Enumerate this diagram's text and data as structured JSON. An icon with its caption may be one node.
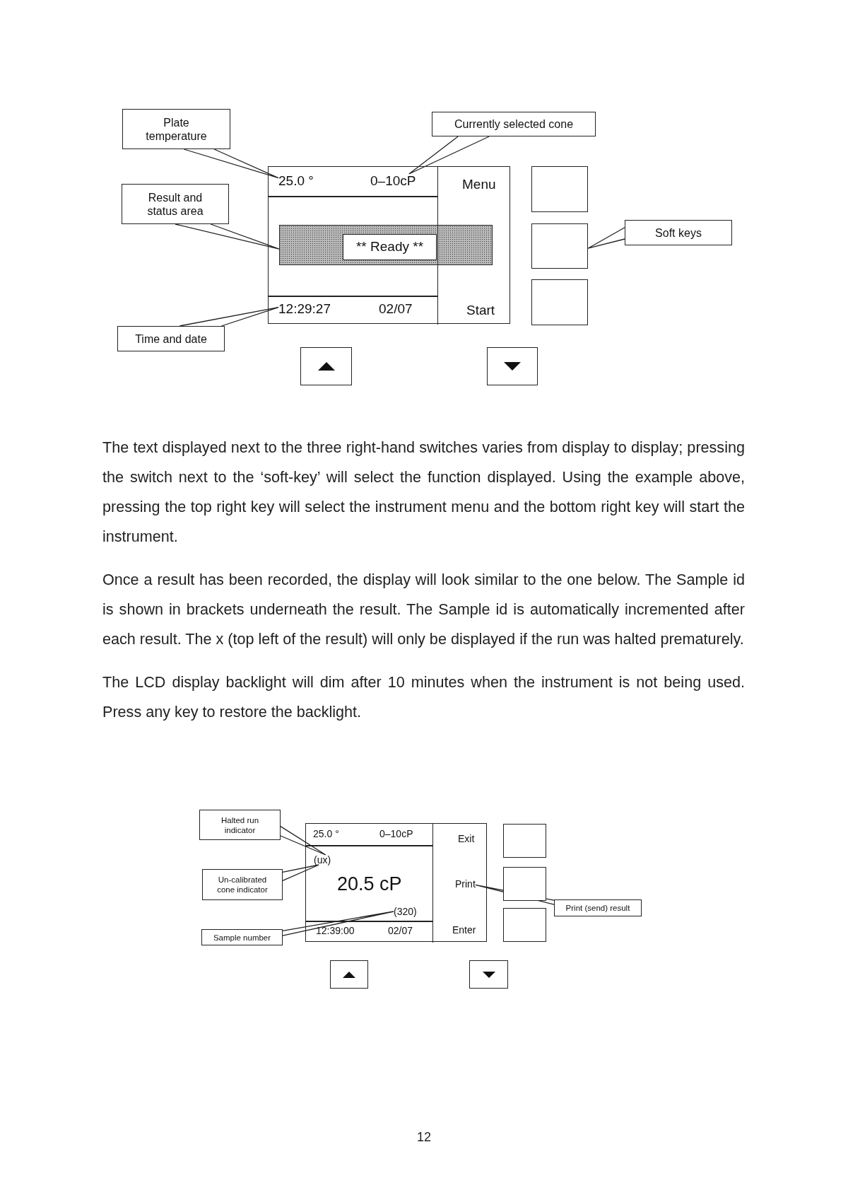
{
  "diagram": {
    "nodes": [
      {
        "text": [
          "Plate temperature"
        ]
      },
      {
        "text": [
          "Currently selected cone"
        ]
      },
      {
        "text": [
          "Result and status area"
        ]
      },
      {
        "text": [
          "Soft keys"
        ]
      },
      {
        "text": [
          "Time and date"
        ]
      },
      {
        "text": [],
        "shape": "box"
      },
      {
        "text": [
          "25.0 °"
        ],
        "in": 5
      },
      {
        "text": [
          "0–10cP"
        ],
        "in": 5
      },
      {
        "text": [],
        "shape": "bar",
        "in": 5
      },
      {
        "text": [
          "** Ready **"
        ],
        "in": 8
      },
      {
        "text": [
          "12:29:27"
        ],
        "in": 5
      },
      {
        "text": [
          "02/07"
        ],
        "in": 5
      },
      {
        "text": [],
        "shape": "box",
        "in": 5
      },
      {
        "text": [
          "Menu"
        ],
        "in": 12
      },
      {
        "text": [
          "Start"
        ],
        "in": 12
      },
      {
        "text": [],
        "shape": "box"
      },
      {
        "text": [],
        "shape": "box"
      },
      {
        "text": [],
        "shape": "box"
      },
      {
        "text": [],
        "shape": "box"
      },
      {
        "text": [],
        "shape": "box"
      },
      {
        "text": [
          "Halted run indicator"
        ]
      },
      {
        "text": [
          "Un-calibrated cone indicator"
        ]
      },
      {
        "text": [
          "Sample number"
        ]
      },
      {
        "text": [
          "Print (send) result"
        ]
      },
      {
        "text": [],
        "shape": "box"
      },
      {
        "text": [
          "25.0 °"
        ],
        "in": 24
      },
      {
        "text": [
          "0–10cP"
        ],
        "in": 24
      },
      {
        "text": [
          "(ux)"
        ],
        "in": 24
      },
      {
        "text": [
          "20.5 cP"
        ],
        "in": 24
      },
      {
        "text": [
          "(320)"
        ],
        "in": 24
      },
      {
        "text": [
          "12:39:00"
        ],
        "in": 24
      },
      {
        "text": [
          "02/07"
        ],
        "in": 24
      },
      {
        "text": [],
        "shape": "box",
        "in": 24
      },
      {
        "text": [
          "Exit"
        ],
        "in": 32
      },
      {
        "text": [
          "Print"
        ],
        "in": 32
      },
      {
        "text": [
          "Enter"
        ],
        "in": 32
      },
      {
        "text": [],
        "shape": "box"
      },
      {
        "text": [],
        "shape": "box"
      },
      {
        "text": [],
        "shape": "box"
      },
      {
        "text": [],
        "shape": "box"
      },
      {
        "text": [],
        "shape": "box"
      }
    ],
    "edges": [
      {
        "from": 0,
        "to": 6,
        "arrow": "none"
      },
      {
        "from": 1,
        "to": 7,
        "arrow": "none"
      },
      {
        "from": 2,
        "to": 8,
        "arrow": "none"
      },
      {
        "from": 3,
        "to": 16,
        "arrow": "none"
      },
      {
        "from": 4,
        "to": 10,
        "arrow": "none"
      },
      {
        "from": 20,
        "to": 27,
        "arrow": "none"
      },
      {
        "from": 21,
        "to": 27,
        "arrow": "none"
      },
      {
        "from": 22,
        "to": 29,
        "arrow": "none"
      },
      {
        "from": 23,
        "to": 34,
        "arrow": "none"
      }
    ],
    "labels": [
      "The text displayed next to the three right-hand switches varies from display to display; pressing the switch next to the ‘soft-key’ will select the function displayed. Using the example above, pressing the top right key will select the instrument menu and the bottom right key will start the instrument.",
      "Once a result has been recorded, the display will look similar to the one below. The Sample id is shown in brackets underneath the result. The Sample id is automatically incremented after each result. The x (top left of the result) will only be displayed if the run was halted prematurely.",
      "The LCD display backlight will dim after 10 minutes when the instrument is not being used. Press any key to restore the backlight.",
      "12"
    ]
  }
}
